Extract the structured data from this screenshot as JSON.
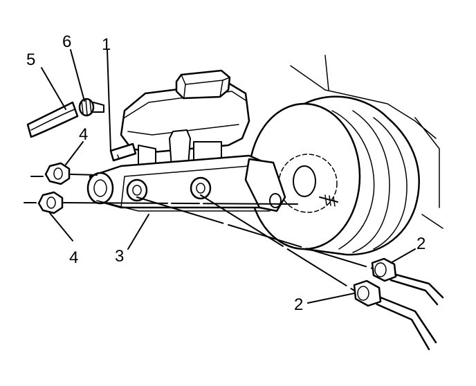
{
  "diagram": {
    "callouts": [
      {
        "id": "callout-1",
        "text": "1"
      },
      {
        "id": "callout-2-upper",
        "text": "2"
      },
      {
        "id": "callout-2-lower",
        "text": "2"
      },
      {
        "id": "callout-3",
        "text": "3"
      },
      {
        "id": "callout-4-upper",
        "text": "4"
      },
      {
        "id": "callout-4-lower",
        "text": "4"
      },
      {
        "id": "callout-5",
        "text": "5"
      },
      {
        "id": "callout-6",
        "text": "6"
      }
    ]
  }
}
